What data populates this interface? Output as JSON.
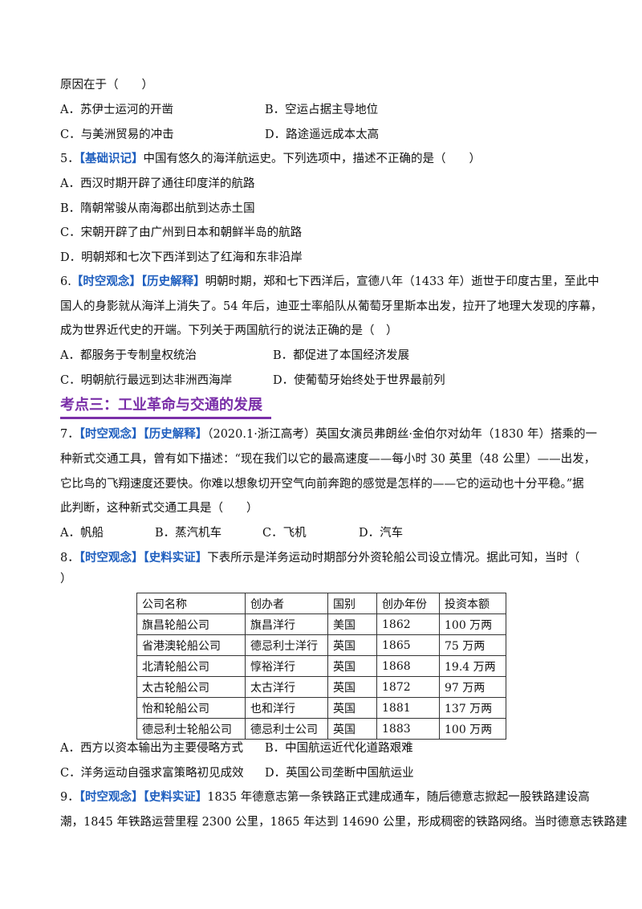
{
  "q4": {
    "stem_end": "原因在于（　　）",
    "a": "A．苏伊士运河的开凿",
    "b": "B．空运占据主导地位",
    "c": "C．与美洲贸易的冲击",
    "d": "D．路途遥远成本太高"
  },
  "q5": {
    "num": "5．",
    "tag1": "【基础识记】",
    "stem": "中国有悠久的海洋航运史。下列选项中，描述不正确的是（　　）",
    "a": "A．西汉时期开辟了通往印度洋的航路",
    "b": "B．隋朝常骏从南海郡出航到达赤土国",
    "c": "C．宋朝开辟了由广州到日本和朝鲜半岛的航路",
    "d": "D．明朝郑和七次下西洋到达了红海和东非沿岸"
  },
  "q6": {
    "num": "6.",
    "tag1": "【时空观念】",
    "tag2": "【历史解释】",
    "stem1": "明朝时期，郑和七下西洋后，宣德八年（1433 年）逝世于印度古里，至此中",
    "stem2": "国人的身影就从海洋上消失了。54 年后，迪亚士率船队从葡萄牙里斯本出发，拉开了地理大发现的序幕，",
    "stem3": "成为世界近代史的开端。下列关于两国航行的说法正确的是（　）",
    "a": "A．都服务于专制皇权统治",
    "b": "B．都促进了本国经济发展",
    "c": "C．明朝航行最远到达非洲西海岸",
    "d": "D．使葡萄牙始终处于世界最前列"
  },
  "section": {
    "title": "考点三：工业革命与交通的发展"
  },
  "q7": {
    "num": "7．",
    "tag1": "【时空观念】",
    "tag2": "【历史解释】",
    "stem1": "（2020.1·浙江高考）英国女演员弗朗丝·金伯尔对幼年（1830 年）搭乘的一",
    "stem2": "种新式交通工具，曾有如下描述：“现在我们以它的最高速度——每小时 30 英里（48 公里）——出发，",
    "stem3": "它比鸟的飞翔速度还要快。你难以想象切开空气向前奔跑的感觉是怎样的——它的运动也十分平稳。”据",
    "stem4": "此判断，这种新式交通工具是（　　）",
    "a": "A．帆船",
    "b": "B．蒸汽机车",
    "c": "C．飞机",
    "d": "D．汽车"
  },
  "q8": {
    "num": "8．",
    "tag1": "【时空观念】",
    "tag2": "【史料实证】",
    "stem1": "下表所示是洋务运动时期部分外资轮船公司设立情况。据此可知，当时（",
    "stem2": "）",
    "table": {
      "headers": [
        "公司名称",
        "创办者",
        "国别",
        "创办年份",
        "投资本额"
      ],
      "rows": [
        [
          "旗昌轮船公司",
          "旗昌洋行",
          "美国",
          "1862",
          "100 万两"
        ],
        [
          "省港澳轮船公司",
          "德忌利士洋行",
          "英国",
          "1865",
          "75 万两"
        ],
        [
          "北清轮船公司",
          "惇裕洋行",
          "英国",
          "1868",
          "19.4 万两"
        ],
        [
          "太古轮船公司",
          "太古洋行",
          "英国",
          "1872",
          "97 万两"
        ],
        [
          "怡和轮船公司",
          "也和洋行",
          "英国",
          "1881",
          "137 万两"
        ],
        [
          "德忌利士轮船公司",
          "德忌利士公司",
          "英国",
          "1883",
          "100 万两"
        ]
      ]
    },
    "a": "A．西方以资本输出为主要侵略方式",
    "b": "B．中国航运近代化道路艰难",
    "c": "C．洋务运动自强求富策略初见成效",
    "d": "D．英国公司垄断中国航运业"
  },
  "q9": {
    "num": "9．",
    "tag1": "【时空观念】",
    "tag2": "【史料实证】",
    "stem1": "1835 年德意志第一条铁路正式建成通车，随后德意志掀起一股铁路建设高",
    "stem2": "潮，1845 年铁路运营里程 2300 公里，1865 年达到 14690 公里，形成稠密的铁路网络。当时德意志铁路建"
  }
}
